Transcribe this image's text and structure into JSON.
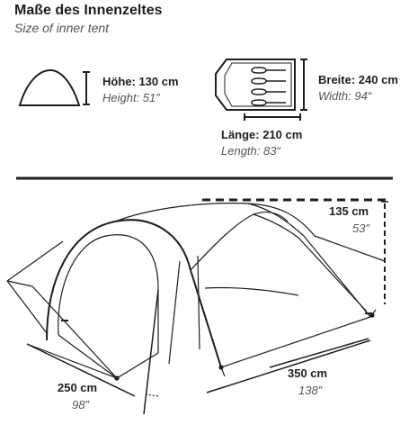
{
  "heading": {
    "title": "Maße des Innenzeltes",
    "subtitle": "Size of inner tent"
  },
  "inner_tent": {
    "height": {
      "label": "Höhe: 130 cm",
      "sublabel": "Height: 51”"
    },
    "width": {
      "label": "Breite: 240 cm",
      "sublabel": "Width: 94“"
    },
    "length": {
      "label": "Länge: 210 cm",
      "sublabel": "Length: 83“"
    }
  },
  "outer_tent": {
    "height": {
      "value": "135 cm",
      "sub": "53”"
    },
    "depth": {
      "value": "250 cm",
      "sub": "98”"
    },
    "length": {
      "value": "350 cm",
      "sub": "138”"
    }
  },
  "colors": {
    "line": "#1e1e1e",
    "tent_fill": "#f4f4f0",
    "secondary_text": "#555555"
  }
}
